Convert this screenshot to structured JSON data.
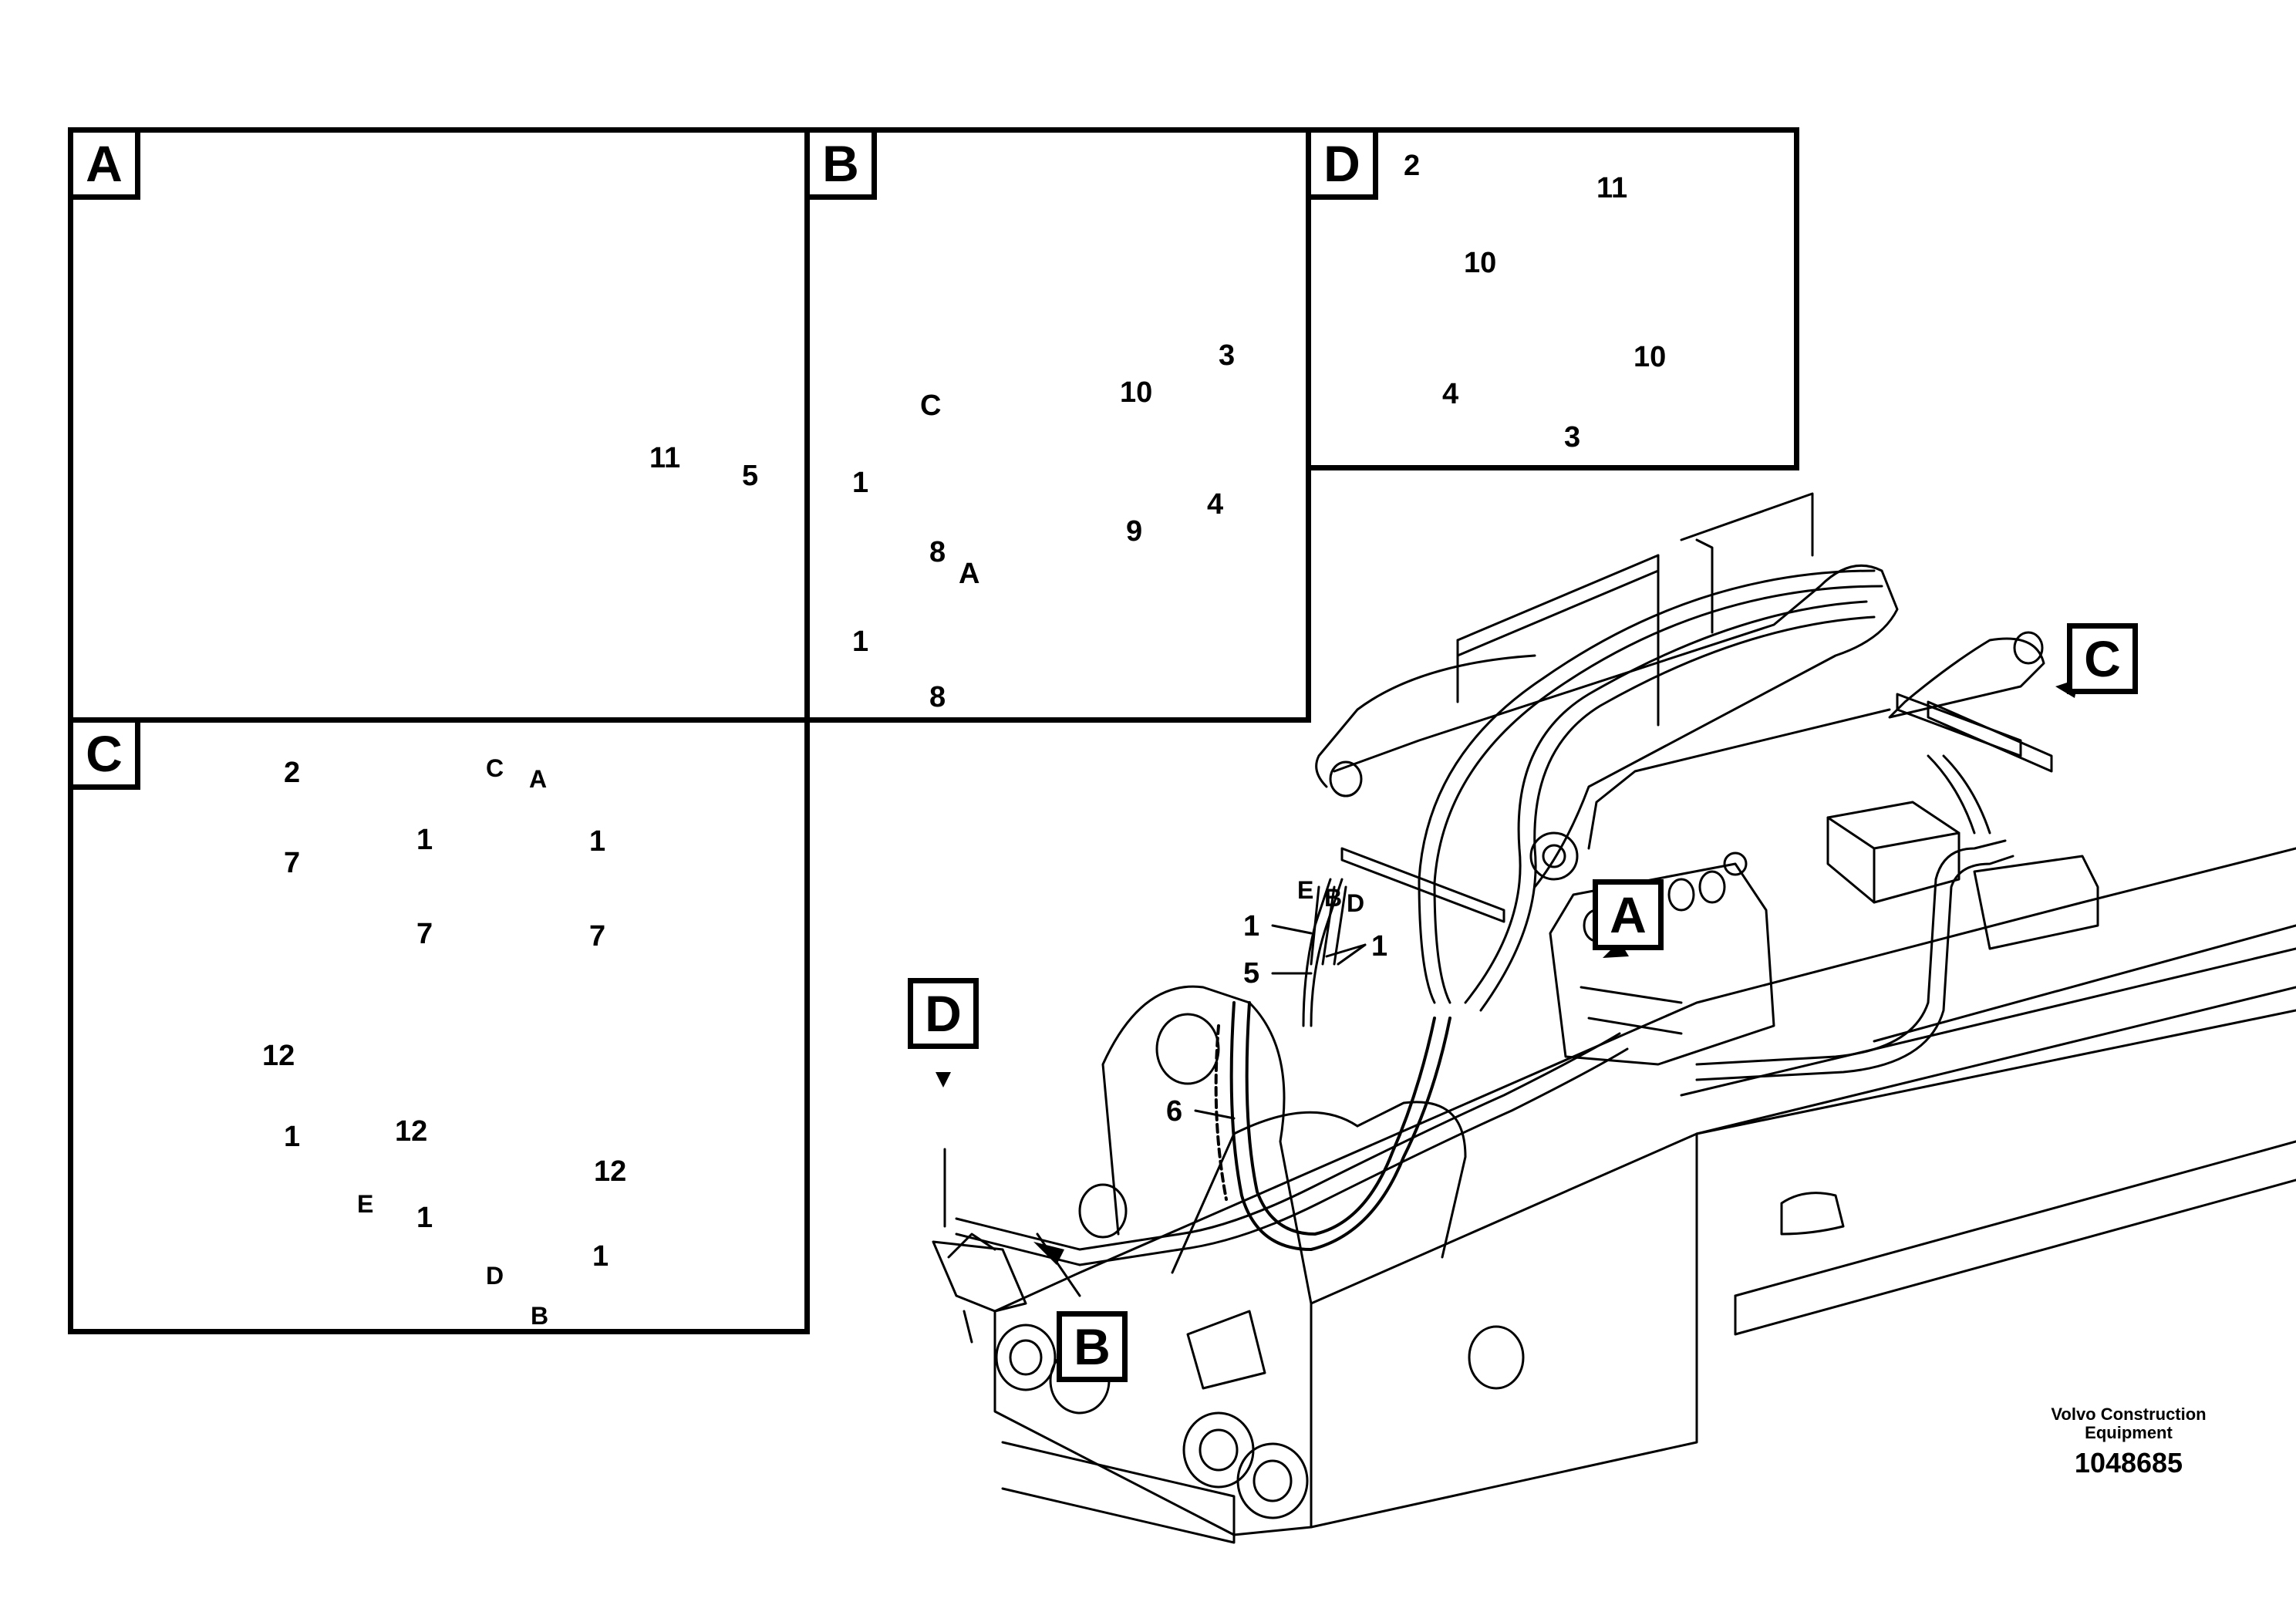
{
  "panels": {
    "a": {
      "tag": "A",
      "callouts": [
        "11",
        "5"
      ]
    },
    "b": {
      "tag": "B",
      "callouts": [
        "C",
        "1",
        "8",
        "A",
        "1",
        "8",
        "10",
        "3",
        "9",
        "4"
      ]
    },
    "d": {
      "tag": "D",
      "callouts": [
        "2",
        "11",
        "10",
        "4",
        "3",
        "10"
      ]
    },
    "c": {
      "tag": "C",
      "callouts": [
        "2",
        "7",
        "C",
        "1",
        "A",
        "1",
        "7",
        "7",
        "12",
        "1",
        "E",
        "12",
        "12",
        "1",
        "D",
        "1",
        "B"
      ]
    }
  },
  "main": {
    "tags": {
      "a": "A",
      "b": "B",
      "c": "C",
      "d": "D"
    },
    "callouts": [
      "E",
      "B",
      "D",
      "1",
      "5",
      "1",
      "6"
    ]
  },
  "footer": {
    "company": "Volvo Construction",
    "company2": "Equipment",
    "drawing_number": "1048685"
  }
}
